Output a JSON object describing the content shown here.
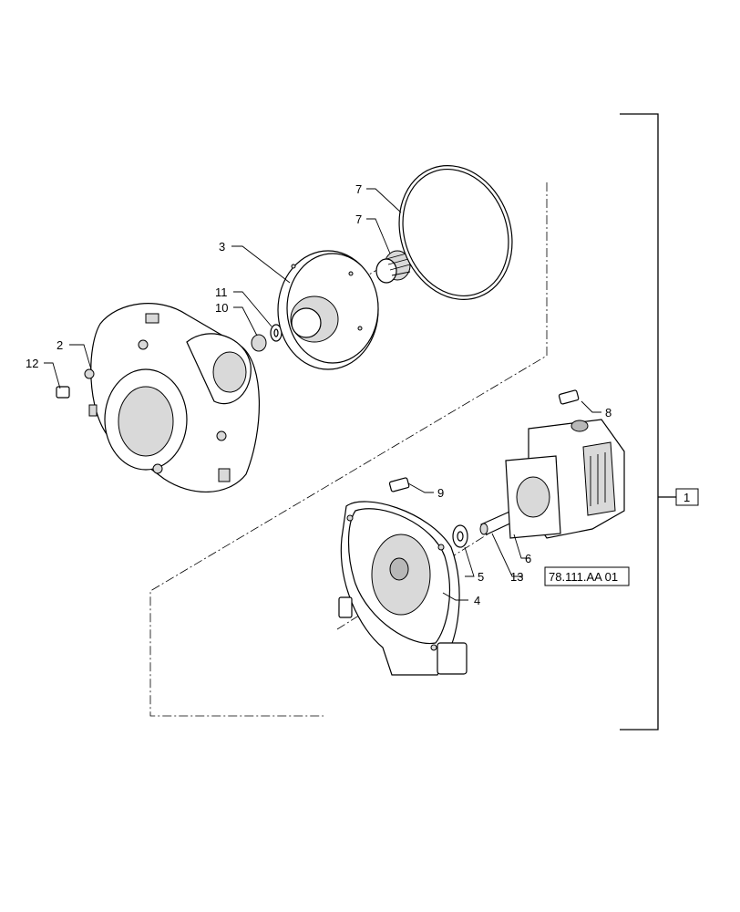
{
  "callouts": {
    "c1": "1",
    "c2": "2",
    "c3": "3",
    "c4": "4",
    "c5": "5",
    "c6": "6",
    "c7a": "7",
    "c7b": "7",
    "c8": "8",
    "c9": "9",
    "c10": "10",
    "c11": "11",
    "c12": "12",
    "c13": "13"
  },
  "reference_code": "78.111.AA 01",
  "colors": {
    "line": "#000000",
    "shade": "#d9d9d9",
    "background": "#ffffff"
  }
}
